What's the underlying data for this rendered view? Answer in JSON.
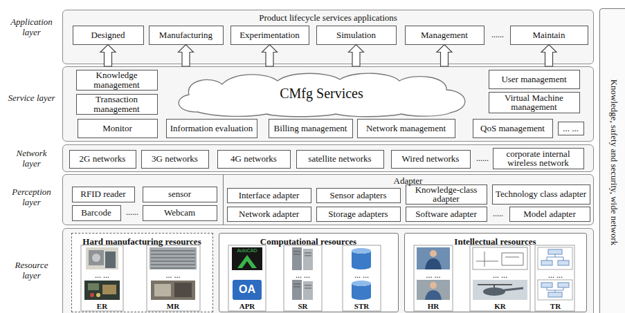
{
  "diagram": {
    "nodes": [
      {
        "text": [
          "Application layer",
          "Product lifecycle services applications"
        ]
      },
      {
        "text": [
          "Designed"
        ],
        "in": 0
      },
      {
        "text": [
          "Manufacturing"
        ],
        "in": 0
      },
      {
        "text": [
          "Experimentation"
        ],
        "in": 0
      },
      {
        "text": [
          "Simulation"
        ],
        "in": 0
      },
      {
        "text": [
          "Management"
        ],
        "in": 0
      },
      {
        "text": [
          "Maintain"
        ],
        "in": 0
      },
      {
        "text": [
          "Service layer"
        ]
      },
      {
        "text": [
          "Knowledge management"
        ],
        "in": 7
      },
      {
        "text": [
          "CMfg Services"
        ],
        "in": 7
      },
      {
        "text": [
          "User management"
        ],
        "in": 7
      },
      {
        "text": [
          "Transaction management"
        ],
        "in": 7
      },
      {
        "text": [
          "Virtual Machine management"
        ],
        "in": 7
      },
      {
        "text": [
          "Monitor"
        ],
        "in": 7
      },
      {
        "text": [
          "Information evaluation"
        ],
        "in": 7
      },
      {
        "text": [
          "Billing management"
        ],
        "in": 7
      },
      {
        "text": [
          "Network management"
        ],
        "in": 7
      },
      {
        "text": [
          "QoS management"
        ],
        "in": 7
      },
      {
        "text": [
          "... ..."
        ],
        "in": 7
      },
      {
        "text": [
          "Network layer"
        ]
      },
      {
        "text": [
          "2G networks"
        ],
        "in": 19
      },
      {
        "text": [
          "3G networks"
        ],
        "in": 19
      },
      {
        "text": [
          "4G networks"
        ],
        "in": 19
      },
      {
        "text": [
          "satellite networks"
        ],
        "in": 19
      },
      {
        "text": [
          "Wired networks"
        ],
        "in": 19
      },
      {
        "text": [
          "corporate internal wireless network"
        ],
        "in": 19
      },
      {
        "text": [
          "Perception layer"
        ]
      },
      {
        "text": [
          "RFID reader"
        ],
        "in": 26
      },
      {
        "text": [
          "sensor"
        ],
        "in": 26
      },
      {
        "text": [
          "Barcode"
        ],
        "in": 26
      },
      {
        "text": [
          "Webcam"
        ],
        "in": 26
      },
      {
        "text": [
          "Adapter"
        ],
        "in": 26
      },
      {
        "text": [
          "Interface adapter"
        ],
        "in": 31
      },
      {
        "text": [
          "Sensor adapters"
        ],
        "in": 31
      },
      {
        "text": [
          "Knowledge-class adapter"
        ],
        "in": 31
      },
      {
        "text": [
          "Technology class adapter"
        ],
        "in": 31
      },
      {
        "text": [
          "Network adapter"
        ],
        "in": 31
      },
      {
        "text": [
          "Storage adapters"
        ],
        "in": 31
      },
      {
        "text": [
          "Software adapter"
        ],
        "in": 31
      },
      {
        "text": [
          "Model adapter"
        ],
        "in": 31
      },
      {
        "text": [
          "Resource layer"
        ]
      },
      {
        "text": [
          "Hard manufacturing resources"
        ],
        "in": 40
      },
      {
        "text": [
          "Computational resources"
        ],
        "in": 40
      },
      {
        "text": [
          "Intellectual resources"
        ],
        "in": 40
      },
      {
        "text": [
          "Knowledge, safety and security, wide network"
        ]
      }
    ],
    "edges": [
      {
        "from": 7,
        "to": 1,
        "arrow": "to"
      },
      {
        "from": 7,
        "to": 2,
        "arrow": "to"
      },
      {
        "from": 7,
        "to": 3,
        "arrow": "to"
      },
      {
        "from": 7,
        "to": 4,
        "arrow": "to"
      },
      {
        "from": 7,
        "to": 5,
        "arrow": "to"
      },
      {
        "from": 7,
        "to": 6,
        "arrow": "to"
      }
    ],
    "labels": [
      "......",
      "......",
      "......",
      ".....",
      "... ...",
      "... ...",
      "... ...",
      "... ...",
      "... ...",
      "... ...",
      "... ...",
      "ER",
      "MR",
      "APR",
      "SR",
      "STR",
      "HR",
      "KR",
      "TR",
      "AutoCAD",
      "OA"
    ]
  }
}
